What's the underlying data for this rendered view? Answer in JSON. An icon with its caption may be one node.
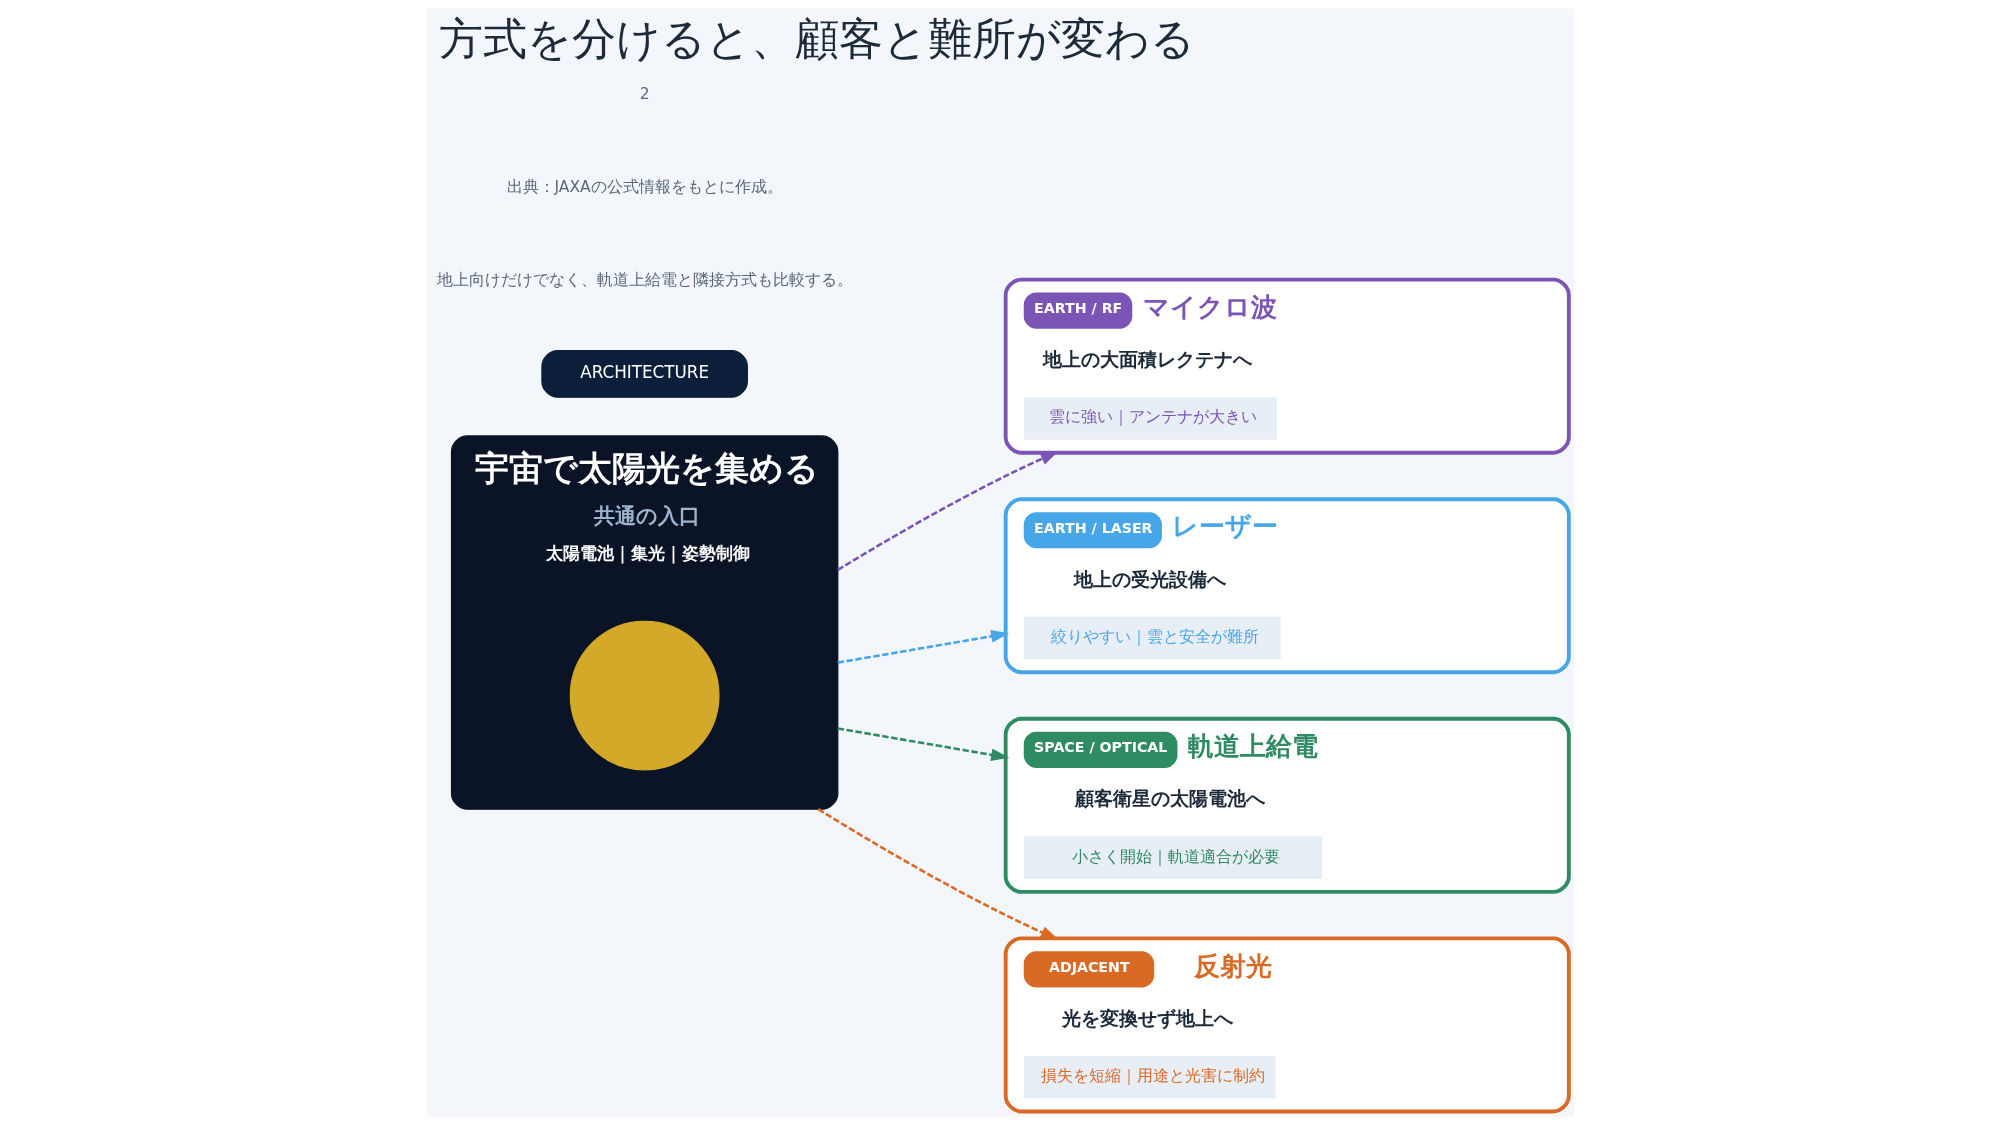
{
  "diagram": {
    "title": "方式を分けると、顧客と難所が変わる",
    "nodes": [
      {
        "text": [
          "宇宙で太陽光を集める",
          "共通の入口",
          "太陽電池｜集光｜姿勢制御"
        ]
      },
      {
        "text": [],
        "shape": "circle",
        "in": 0
      },
      {
        "text": [
          "EARTH / RF",
          "マイクロ波",
          "地上の大面積レクテナへ",
          "雲に強い｜アンテナが大きい"
        ]
      },
      {
        "text": [
          "EARTH / LASER",
          "レーザー",
          "地上の受光設備へ",
          "絞りやすい｜雲と安全が難所"
        ]
      },
      {
        "text": [
          "SPACE / OPTICAL",
          "軌道上給電",
          "顧客衛星の太陽電池へ",
          "小さく開始｜軌道適合が必要"
        ]
      },
      {
        "text": [
          "ADJACENT",
          "反射光",
          "光を変換せず地上へ",
          "損失を短縮｜用途と光害に制約"
        ]
      }
    ],
    "edges": [
      {
        "from": 0,
        "to": 2,
        "arrow": "to",
        "style": "dashed",
        "color": "#7a55b5"
      },
      {
        "from": 0,
        "to": 3,
        "arrow": "to",
        "style": "dashed",
        "color": "#47a6e8"
      },
      {
        "from": 0,
        "to": 4,
        "arrow": "to",
        "style": "dashed",
        "color": "#2e8b62"
      },
      {
        "from": 0,
        "to": 5,
        "arrow": "to",
        "style": "dashed",
        "color": "#d96a26"
      }
    ],
    "labels": [
      "ARCHITECTURE",
      "地上向けだけでなく、軌道上給電と隣接方式も比較する。",
      "出典：JAXAの公式情報をもとに作成。",
      "2"
    ]
  }
}
